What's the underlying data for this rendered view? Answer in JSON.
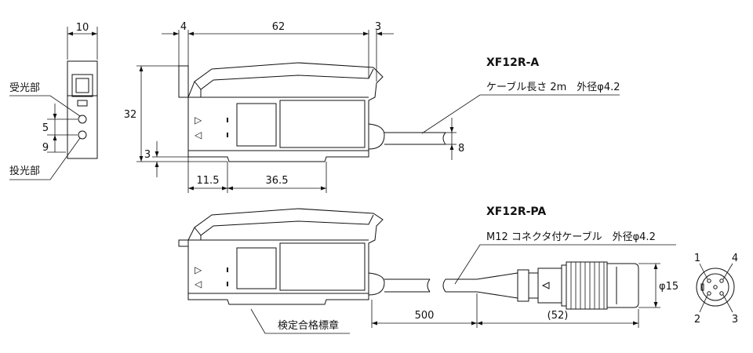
{
  "models": {
    "model_a": "XF12R-A",
    "model_pa": "XF12R-PA"
  },
  "callouts": {
    "receiver": "受光部",
    "emitter": "投光部",
    "cable_a": "ケーブル長さ 2m　外径φ4.2",
    "cable_pa": "M12 コネクタ付ケーブル　外径φ4.2",
    "approval": "検定合格標章"
  },
  "dimensions": {
    "side_width": "10",
    "dim_5": "5",
    "dim_9": "9",
    "front_4": "4",
    "front_62": "62",
    "front_3_top": "3",
    "height_32": "32",
    "base_3": "3",
    "bottom_11_5": "11.5",
    "bottom_36_5": "36.5",
    "cable_8": "8",
    "cable_500": "500",
    "connector_52": "(52)",
    "phi_15": "φ15"
  },
  "pins": [
    "1",
    "2",
    "3",
    "4"
  ],
  "indicators": {
    "triangle_right": "▷",
    "triangle_left": "◁"
  }
}
